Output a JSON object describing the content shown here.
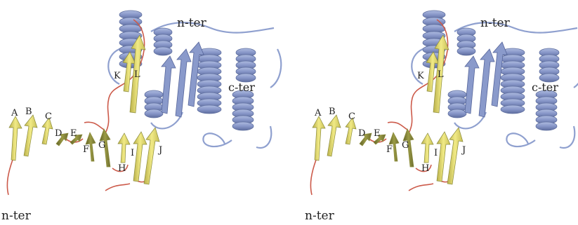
{
  "colors": {
    "background": "#ffffff",
    "strand_yellow": "#e8e070",
    "strand_olive": "#8a8a3a",
    "helix_blue": "#8fa0cf",
    "helix_dark": "#5f6f9f",
    "loop_red": "#cc5a4a"
  },
  "panels": [
    {
      "labels": {
        "nter_bottom": "n-ter",
        "nter_top": "n-ter",
        "cter": "c-ter",
        "A": "A",
        "B": "B",
        "C": "C",
        "D": "D",
        "E": "E",
        "F": "F",
        "G": "G",
        "H": "H",
        "I": "I",
        "J": "J",
        "K": "K",
        "L": "L"
      }
    },
    {
      "labels": {
        "nter_bottom": "n-ter",
        "nter_top": "n-ter",
        "cter": "c-ter",
        "A": "A",
        "B": "B",
        "C": "C",
        "D": "D",
        "E": "E",
        "F": "F",
        "G": "G",
        "H": "H",
        "I": "I",
        "J": "J",
        "K": "K",
        "L": "L"
      }
    }
  ]
}
